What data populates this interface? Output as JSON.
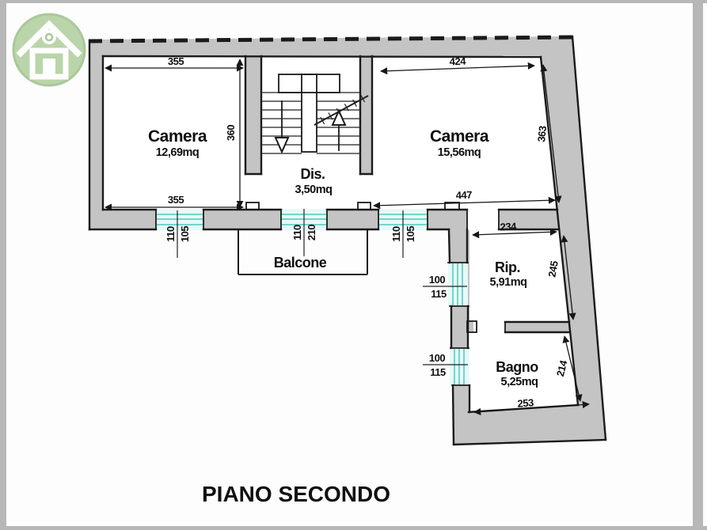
{
  "title": "PIANO SECONDO",
  "rooms": {
    "camera_left": {
      "label": "Camera",
      "area": "12,69mq"
    },
    "camera_right": {
      "label": "Camera",
      "area": "15,56mq"
    },
    "dis": {
      "label": "Dis.",
      "area": "3,50mq"
    },
    "rip": {
      "label": "Rip.",
      "area": "5,91mq"
    },
    "bagno": {
      "label": "Bagno",
      "area": "5,25mq"
    },
    "balcone": {
      "label": "Balcone"
    }
  },
  "dims": {
    "d355_top": "355",
    "d355_bottom": "355",
    "d360": "360",
    "d424": "424",
    "d363": "363",
    "d447": "447",
    "d234": "234",
    "d245": "245",
    "d253": "253",
    "d214": "214"
  },
  "windows": {
    "w1": {
      "a": "110",
      "b": "105"
    },
    "w2": {
      "a": "110",
      "b": "210"
    },
    "w3": {
      "a": "110",
      "b": "105"
    },
    "w4": {
      "a": "100",
      "b": "115"
    },
    "w5": {
      "a": "100",
      "b": "115"
    }
  },
  "colors": {
    "wall": "#c4c4c4",
    "glass_fill": "#e6faf8",
    "glass_line": "#74d4cd",
    "line": "#161616",
    "logo": "#aecf9b",
    "frame": "#b7b7b7"
  }
}
